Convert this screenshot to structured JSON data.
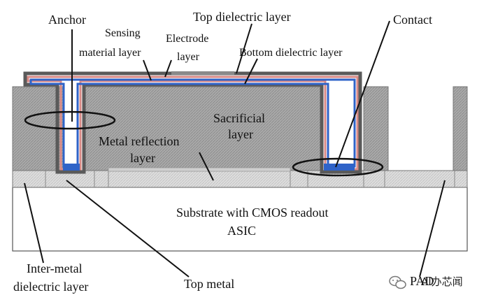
{
  "labels": {
    "anchor": "Anchor",
    "top_dielectric": "Top dielectric layer",
    "contact": "Contact",
    "sensing_line1": "Sensing",
    "sensing_line2": "material layer",
    "electrode_line1": "Electrode",
    "electrode_line2": "layer",
    "bottom_dielectric": "Bottom dielectric layer",
    "sacrificial_line1": "Sacrificial",
    "sacrificial_line2": "layer",
    "metal_reflection_line1": "Metal reflection",
    "metal_reflection_line2": "layer",
    "substrate_line1": "Substrate with CMOS readout",
    "substrate_line2": "ASIC",
    "inter_metal_line1": "Inter-metal",
    "inter_metal_line2": "dielectric layer",
    "top_metal": "Top metal",
    "pad": "PAD",
    "watermark": "AI办芯闻"
  },
  "colors": {
    "sacrificial_fill": "#a9a9a9",
    "top_dielectric": "#5a5a5a",
    "sensing_material": "#d98a86",
    "electrode": "#8a8a8a",
    "bottom_dielectric": "#2f63c8",
    "metal_layer": "#d8d8d8",
    "substrate": "#ffffff"
  },
  "icons": {
    "watermark": "wechat-logo-icon"
  }
}
